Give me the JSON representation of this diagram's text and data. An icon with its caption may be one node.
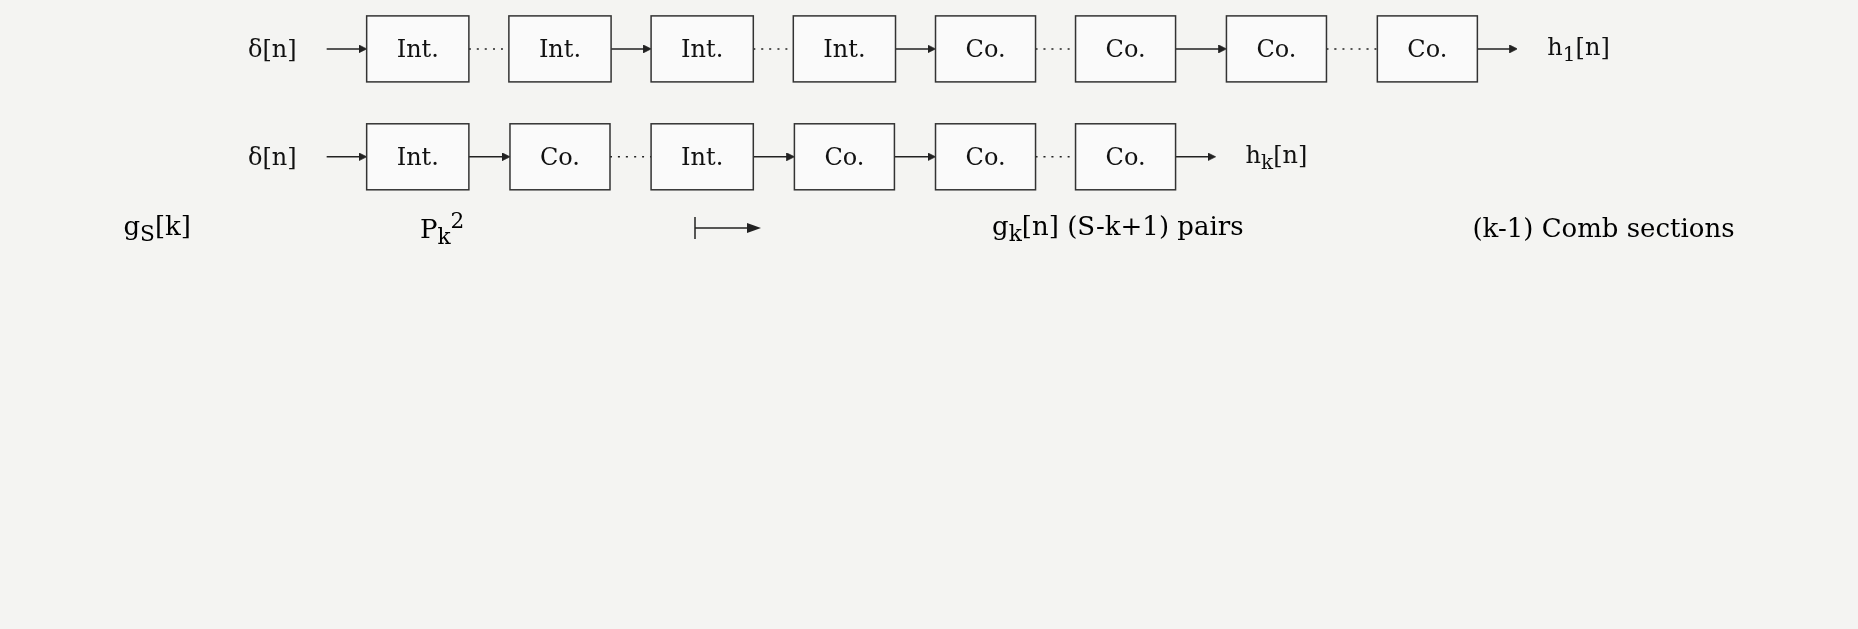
{
  "diagram": {
    "nodes": [
      {
        "text": [
          "δ[n]"
        ]
      },
      {
        "text": [
          "Int."
        ]
      },
      {
        "text": [
          "Int."
        ]
      },
      {
        "text": [
          "Int."
        ]
      },
      {
        "text": [
          "Int."
        ]
      },
      {
        "text": [
          "Co."
        ]
      },
      {
        "text": [
          "Co."
        ]
      },
      {
        "text": [
          "Co."
        ]
      },
      {
        "text": [
          "Co."
        ]
      },
      {
        "text": [
          "h$_{1}$[n]"
        ]
      },
      {
        "text": [
          "δ[n]"
        ]
      },
      {
        "text": [
          "Int."
        ]
      },
      {
        "text": [
          "Co."
        ]
      },
      {
        "text": [
          "Int."
        ]
      },
      {
        "text": [
          "Co."
        ]
      },
      {
        "text": [
          "Co."
        ]
      },
      {
        "text": [
          "Co."
        ]
      },
      {
        "text": [
          "h$_{k}$[n]"
        ]
      }
    ],
    "edges": [
      {
        "from": 0,
        "to": 1,
        "arrow": "to"
      },
      {
        "from": 1,
        "to": 2,
        "arrow": "none",
        "style": "dashed"
      },
      {
        "from": 2,
        "to": 3,
        "arrow": "to"
      },
      {
        "from": 3,
        "to": 4,
        "arrow": "none",
        "style": "dashed"
      },
      {
        "from": 4,
        "to": 5,
        "arrow": "to"
      },
      {
        "from": 5,
        "to": 6,
        "arrow": "none",
        "style": "dashed"
      },
      {
        "from": 6,
        "to": 7,
        "arrow": "to"
      },
      {
        "from": 7,
        "to": 8,
        "arrow": "none",
        "style": "dashed"
      },
      {
        "from": 8,
        "to": 9,
        "arrow": "to"
      },
      {
        "from": 10,
        "to": 11,
        "arrow": "to"
      },
      {
        "from": 11,
        "to": 12,
        "arrow": "to"
      },
      {
        "from": 12,
        "to": 13,
        "arrow": "none",
        "style": "dashed"
      },
      {
        "from": 13,
        "to": 14,
        "arrow": "to"
      },
      {
        "from": 14,
        "to": 15,
        "arrow": "to"
      },
      {
        "from": 15,
        "to": 16,
        "arrow": "none",
        "style": "dashed"
      },
      {
        "from": 16,
        "to": 17,
        "arrow": "to"
      }
    ],
    "labels": [
      "g$_{S}$[k]",
      "P$_{k}$$^{2}$",
      "g$_{k}$[n] (S-k+1) pairs",
      "(k-1) Comb sections"
    ]
  }
}
